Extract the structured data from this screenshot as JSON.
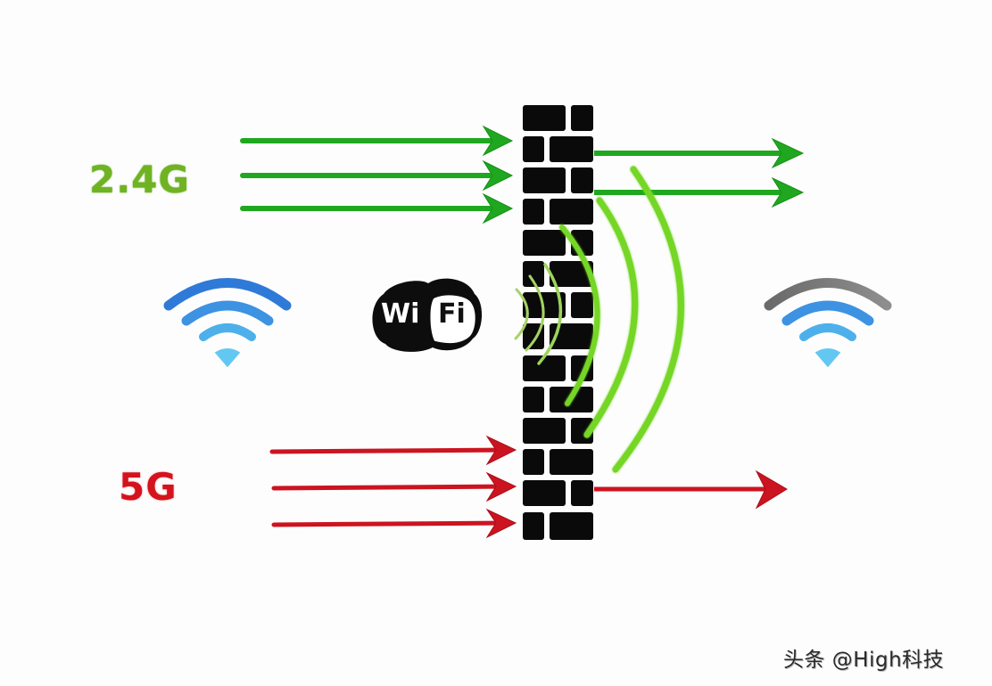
{
  "diagram": {
    "title": "2.4G vs 5G WiFi wall penetration",
    "bands": [
      {
        "label": "2.4G",
        "color": "#1fa81f",
        "label_color": "#6fb322",
        "incoming_arrows": 3,
        "passing_arrows": 2,
        "description": "2.4G signal penetrates wall: 3 arrows in, 2 arrows out"
      },
      {
        "label": "5G",
        "color": "#cc1420",
        "label_color": "#d3131d",
        "incoming_arrows": 3,
        "passing_arrows": 1,
        "description": "5G signal attenuated by wall: 3 arrows in, 1 arrow out"
      }
    ],
    "wall": {
      "name": "brick-wall",
      "rows": 14,
      "brick_color": "#0a0a0a"
    },
    "wifi_logo": {
      "left_text": "Wi",
      "right_text": "Fi"
    },
    "signal_icons": {
      "left": {
        "name": "full-signal",
        "arc_colors": [
          "#2f7ad8",
          "#3d92e2",
          "#4db0ea",
          "#62c8f2"
        ]
      },
      "right": {
        "name": "reduced-signal",
        "arc_colors": [
          "#7c7c7c",
          "#3d92e2",
          "#4db0ea",
          "#62c8f2"
        ]
      }
    },
    "waves": {
      "color_outer": "#74d626",
      "color_inner": "#9ccf5a",
      "count": 6
    }
  },
  "watermark": {
    "text": "头条 @High科技"
  }
}
